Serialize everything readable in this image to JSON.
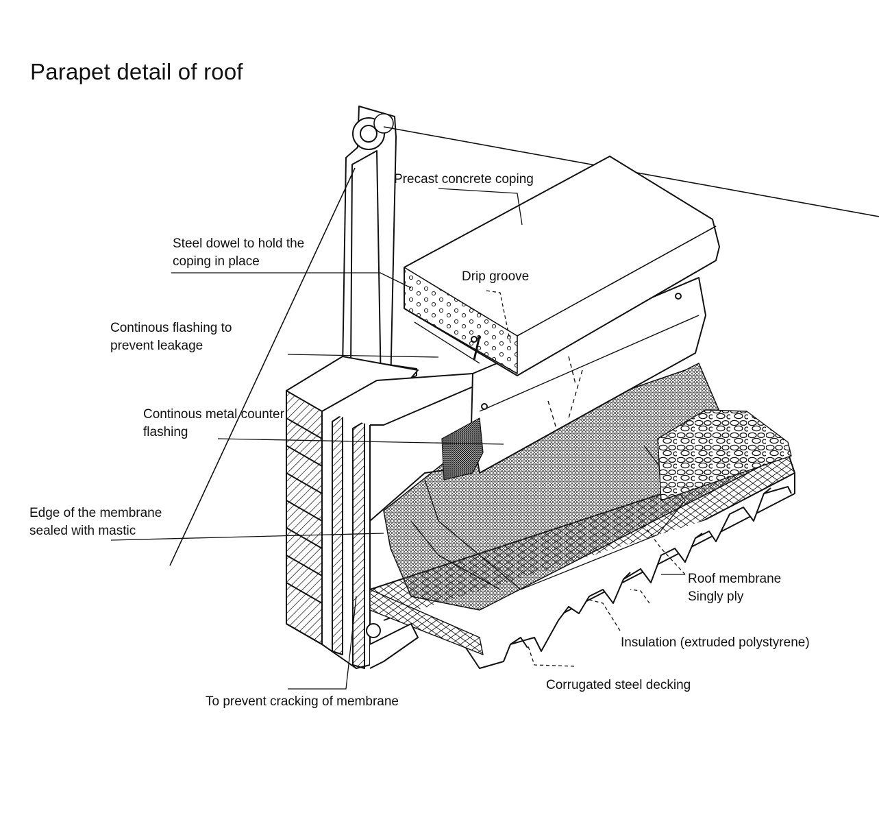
{
  "title": "Parapet detail of roof",
  "labels": {
    "coping": "Precast concrete coping",
    "dowel": [
      "Steel dowel to hold the",
      "coping in place"
    ],
    "drip": "Drip groove",
    "flashing": [
      "Continous flashing to",
      "prevent leakage"
    ],
    "counter": [
      "Continous metal counter",
      "flashing"
    ],
    "edge": [
      "Edge of the membrane",
      "sealed with mastic"
    ],
    "membrane": [
      "Roof membrane",
      "Singly ply"
    ],
    "insulation": "Insulation (extruded polystyrene)",
    "decking": "Corrugated steel decking",
    "cracking": "To prevent cracking of membrane"
  }
}
